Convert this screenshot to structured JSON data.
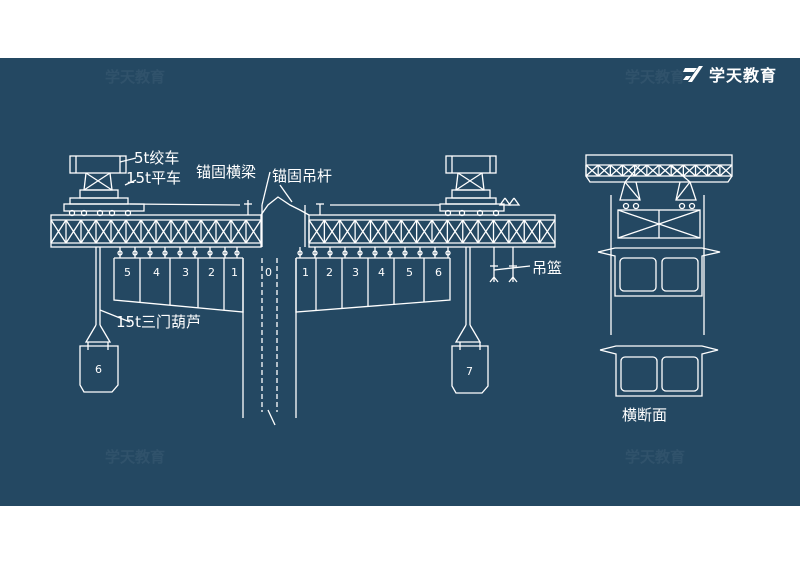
{
  "brand": {
    "name": "学天教育"
  },
  "labels": {
    "winch": "5t绞车",
    "trolley": "15t平车",
    "anchor_beam": "锚固横梁",
    "anchor_rod": "锚固吊杆",
    "basket": "吊篮",
    "hoist": "15t三门葫芦",
    "cross_section": "横断面"
  },
  "segments": {
    "left": [
      "5",
      "4",
      "3",
      "2",
      "1"
    ],
    "center": "0",
    "right": [
      "1",
      "2",
      "3",
      "4",
      "5",
      "6"
    ]
  },
  "hanging_blocks": [
    "6",
    "7"
  ],
  "colors": {
    "background": "#244862",
    "line": "#ffffff"
  }
}
